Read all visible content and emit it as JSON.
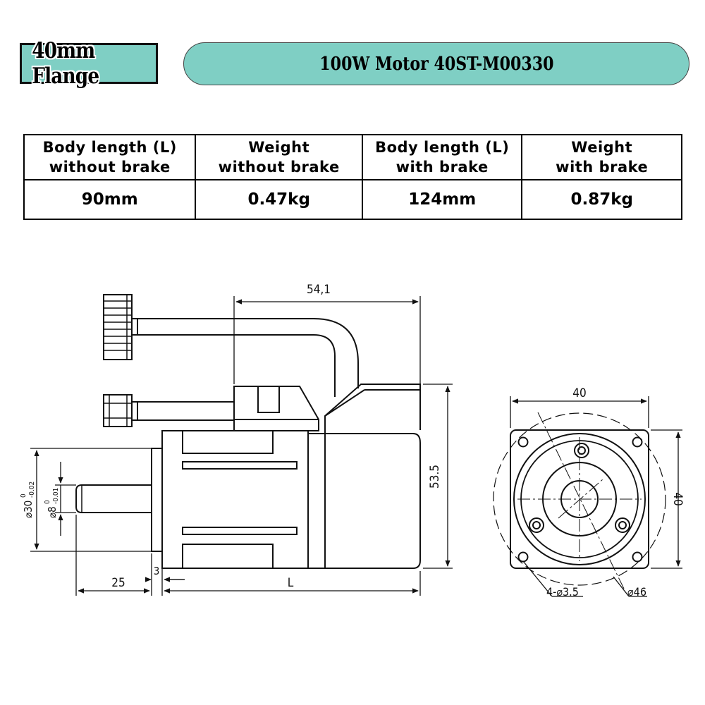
{
  "badge": {
    "label": "40mm Flange"
  },
  "title": {
    "label": "100W Motor 40ST-M00330"
  },
  "colors": {
    "accent": "#7fcfc4",
    "line": "#111111"
  },
  "table": {
    "headers": [
      [
        "Body length (L)",
        "without brake"
      ],
      [
        "Weight",
        "without brake"
      ],
      [
        "Body length (L)",
        "with brake"
      ],
      [
        "Weight",
        "with brake"
      ]
    ],
    "values": [
      "90mm",
      "0.47kg",
      "124mm",
      "0.87kg"
    ]
  },
  "drawing": {
    "dim_cable_length": "54,1",
    "dim_height": "53.5",
    "dim_shaft_length": "25",
    "dim_flange_thickness": "3",
    "dim_body_length": "L",
    "dim_pilot_diameter": "⌀30",
    "dim_pilot_tol_upper": "0",
    "dim_pilot_tol_lower": "-0.02",
    "dim_shaft_diameter": "⌀8",
    "dim_shaft_tol_upper": "0",
    "dim_shaft_tol_lower": "-0.01",
    "dim_face_width": "40",
    "dim_face_height": "40",
    "dim_holes": "4-⌀3.5",
    "dim_pcd": "⌀46"
  }
}
